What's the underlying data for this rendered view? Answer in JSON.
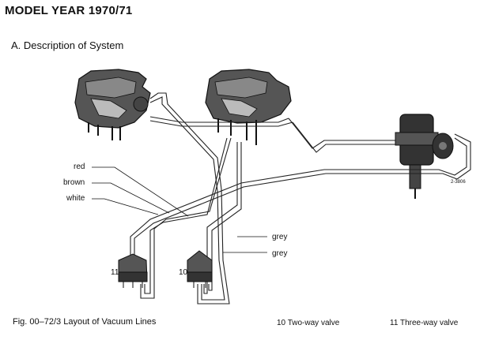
{
  "header": {
    "title": "MODEL YEAR 1970/71"
  },
  "section": {
    "title": "A. Description of System"
  },
  "labels": {
    "red": "red",
    "brown": "brown",
    "white": "white",
    "grey_upper": "grey",
    "grey_lower": "grey",
    "valve_11": "11",
    "valve_10": "10",
    "ref_code": "2-3806"
  },
  "caption": {
    "figure": "Fig. 00–72/3  Layout of Vacuum Lines",
    "item_10": "10  Two-way valve",
    "item_11": "11  Three-way valve"
  }
}
